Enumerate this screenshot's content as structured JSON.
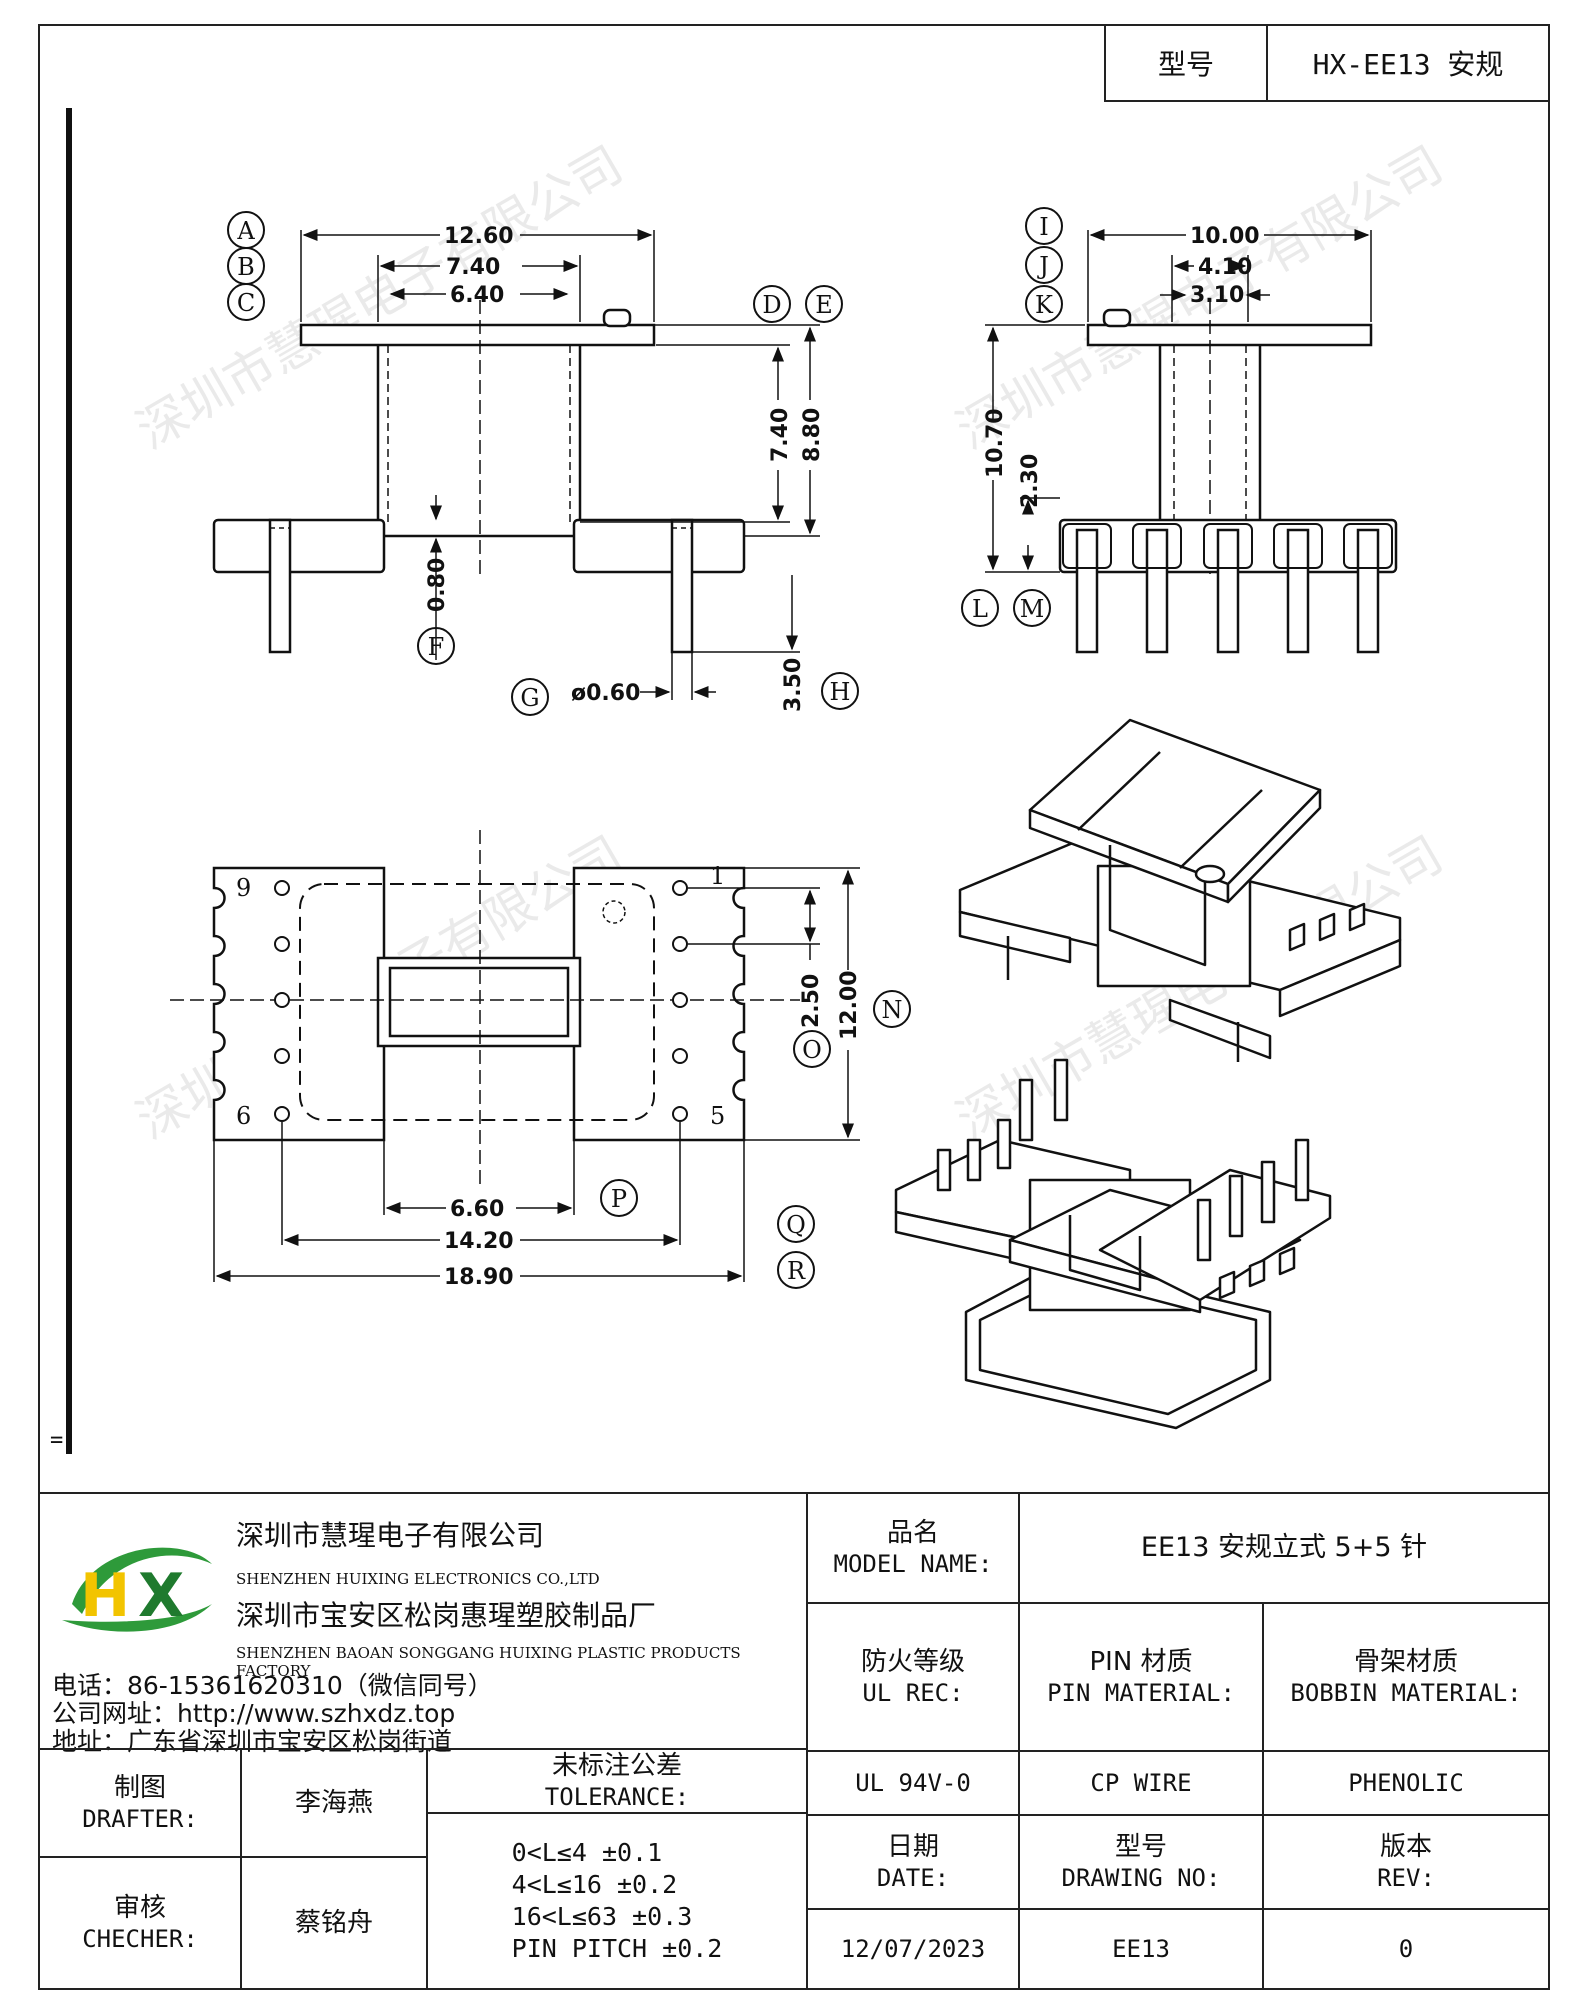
{
  "header": {
    "model_label": "型号",
    "model_value": "HX-EE13 安规"
  },
  "drawing": {
    "dims": {
      "d1260": "12.60",
      "d740a": "7.40",
      "d640": "6.40",
      "d740b": "7.40",
      "d880": "8.80",
      "d080": "0.80",
      "d060": "ø0.60",
      "d350": "3.50",
      "d1000": "10.00",
      "d410": "4.10",
      "d310": "3.10",
      "d1070": "10.70",
      "d230": "2.30",
      "d250": "2.50",
      "d1200": "12.00",
      "d660": "6.60",
      "d1420": "14.20",
      "d1890": "18.90"
    },
    "bubbles": [
      "A",
      "B",
      "C",
      "D",
      "E",
      "F",
      "G",
      "H",
      "I",
      "J",
      "K",
      "L",
      "M",
      "N",
      "O",
      "P",
      "Q",
      "R"
    ],
    "pins": {
      "p9": "9",
      "p1": "1",
      "p6": "6",
      "p5": "5"
    }
  },
  "watermark": "深圳市慧瑆电子有限公司",
  "title_block": {
    "company_cn": "深圳市慧瑆电子有限公司",
    "company_en": "SHENZHEN HUIXING ELECTRONICS CO.,LTD",
    "factory_cn": "深圳市宝安区松岗惠瑆塑胶制品厂",
    "factory_en": "SHENZHEN BAOAN SONGGANG HUIXING PLASTIC PRODUCTS FACTORY",
    "phone": "电话：86-15361620310（微信同号）",
    "website": "公司网址：http://www.szhxdz.top",
    "address": "地址：广东省深圳市宝安区松岗街道",
    "model_name_cn": "品名",
    "model_name_en": "MODEL NAME:",
    "model_name_value": "EE13 安规立式 5+5 针",
    "ul_cn": "防火等级",
    "ul_en": "UL REC:",
    "pin_mat_cn": "PIN 材质",
    "pin_mat_en": "PIN MATERIAL:",
    "bobbin_mat_cn": "骨架材质",
    "bobbin_mat_en": "BOBBIN MATERIAL:",
    "ul_value": "UL 94V-0",
    "pin_value": "CP WIRE",
    "bobbin_value": "PHENOLIC",
    "drafter_cn": "制图",
    "drafter_en": "DRAFTER:",
    "drafter_name": "李海燕",
    "checker_cn": "审核",
    "checker_en": "CHECHER:",
    "checker_name": "蔡铭舟",
    "tolerance_cn": "未标注公差",
    "tolerance_en": "TOLERANCE:",
    "tolerances": [
      "0<L≤4  ±0.1",
      "4<L≤16 ±0.2",
      "16<L≤63 ±0.3",
      "PIN PITCH ±0.2"
    ],
    "date_cn": "日期",
    "date_en": "DATE:",
    "date_value": "12/07/2023",
    "drawing_no_cn": "型号",
    "drawing_no_en": "DRAWING NO:",
    "drawing_no_value": "EE13",
    "rev_cn": "版本",
    "rev_en": "REV:",
    "rev_value": "0"
  }
}
